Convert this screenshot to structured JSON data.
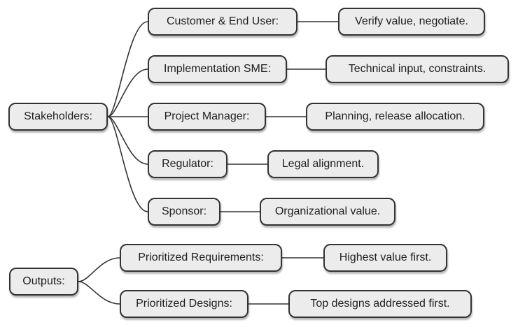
{
  "diagram": {
    "type": "mindmap",
    "background_color": "#ffffff",
    "node_fill_color": "#ececec",
    "node_border_color": "#333333",
    "edge_color": "#333333",
    "text_color": "#1f1f1f"
  },
  "nodes": {
    "stakeholders": {
      "label": "Stakeholders:"
    },
    "customer": {
      "label": "Customer & End User:"
    },
    "customer_note": {
      "label": "Verify value, negotiate."
    },
    "sme": {
      "label": "Implementation SME:"
    },
    "sme_note": {
      "label": "Technical input, constraints."
    },
    "project_manager": {
      "label": "Project Manager:"
    },
    "project_manager_note": {
      "label": "Planning, release allocation."
    },
    "regulator": {
      "label": "Regulator:"
    },
    "regulator_note": {
      "label": "Legal alignment."
    },
    "sponsor": {
      "label": "Sponsor:"
    },
    "sponsor_note": {
      "label": "Organizational value."
    },
    "outputs": {
      "label": "Outputs:"
    },
    "prioritized_requirements": {
      "label": "Prioritized Requirements:"
    },
    "prioritized_requirements_note": {
      "label": "Highest value first."
    },
    "prioritized_designs": {
      "label": "Prioritized Designs:"
    },
    "prioritized_designs_note": {
      "label": "Top designs addressed first."
    }
  },
  "edges": [
    [
      "stakeholders",
      "customer"
    ],
    [
      "stakeholders",
      "sme"
    ],
    [
      "stakeholders",
      "project_manager"
    ],
    [
      "stakeholders",
      "regulator"
    ],
    [
      "stakeholders",
      "sponsor"
    ],
    [
      "customer",
      "customer_note"
    ],
    [
      "sme",
      "sme_note"
    ],
    [
      "project_manager",
      "project_manager_note"
    ],
    [
      "regulator",
      "regulator_note"
    ],
    [
      "sponsor",
      "sponsor_note"
    ],
    [
      "outputs",
      "prioritized_requirements"
    ],
    [
      "outputs",
      "prioritized_designs"
    ],
    [
      "prioritized_requirements",
      "prioritized_requirements_note"
    ],
    [
      "prioritized_designs",
      "prioritized_designs_note"
    ]
  ]
}
